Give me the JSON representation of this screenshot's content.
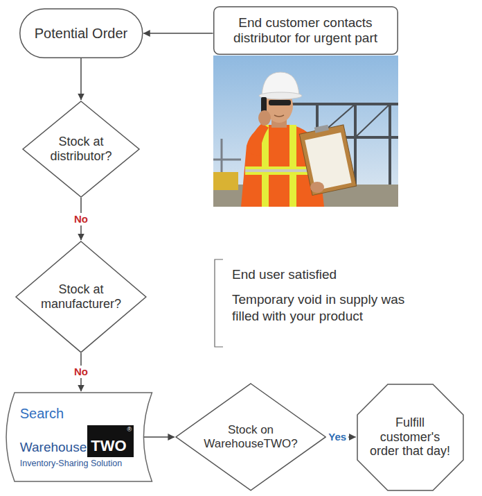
{
  "diagram": {
    "nodes": [
      {
        "text": [
          "Potential Order"
        ]
      },
      {
        "text": [
          "End customer contacts distributor for urgent part"
        ]
      },
      {
        "text": [
          "Stock at distributor?"
        ]
      },
      {
        "text": [
          "Stock at manufacturer?"
        ]
      },
      {
        "text": [
          "Search",
          "Warehouse",
          "TWO",
          "®",
          "Inventory-Sharing Solution"
        ]
      },
      {
        "text": [
          "Stock on WarehouseTWO?"
        ]
      },
      {
        "text": [
          "Fulfill customer's order that day!"
        ]
      }
    ],
    "edges": [
      {
        "from": 1,
        "to": 0,
        "arrow": "to"
      },
      {
        "from": 0,
        "to": 2,
        "arrow": "to"
      },
      {
        "from": 2,
        "to": 3,
        "label": "No",
        "arrow": "to"
      },
      {
        "from": 3,
        "to": 4,
        "label": "No",
        "arrow": "to"
      },
      {
        "from": 4,
        "to": 5,
        "arrow": "to"
      },
      {
        "from": 5,
        "to": 6,
        "label": "Yes",
        "arrow": "to"
      }
    ],
    "labels": [
      "End user satisfied",
      "Temporary void in supply was filled with your product"
    ]
  }
}
